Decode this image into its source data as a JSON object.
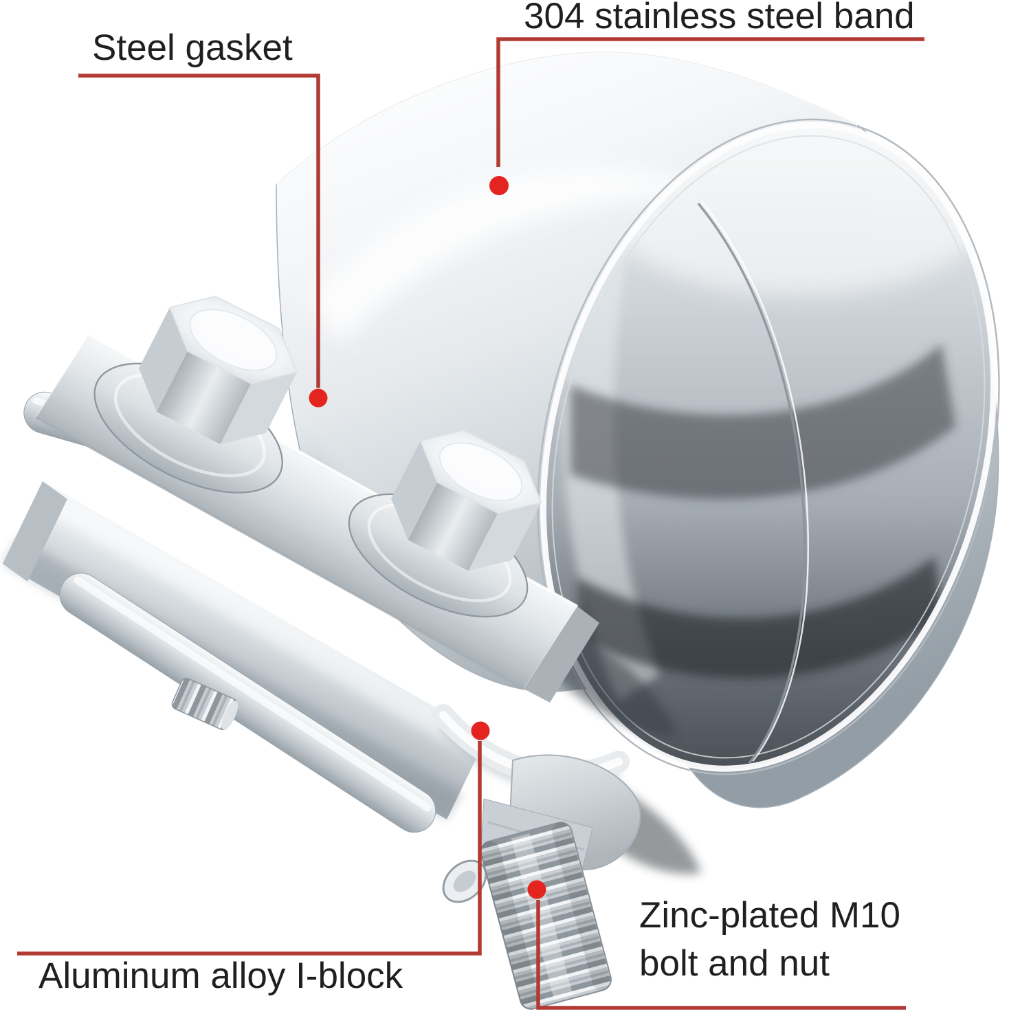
{
  "image_type": "annotated product diagram of an exhaust lap-joint band clamp",
  "background": "#ffffff",
  "colors": {
    "callout_line": "#b23a33",
    "callout_dot": "#e3241f",
    "label_text": "#1f1f1f",
    "metal_bright": "#f6f8f9",
    "metal_mid": "#c7ced3",
    "metal_dark": "#3a3f45"
  },
  "callouts": {
    "steel_gasket": {
      "label": "Steel gasket"
    },
    "steel_band": {
      "label": "304 stainless steel band"
    },
    "i_block": {
      "label": "Aluminum alloy I-block"
    },
    "m10_bolt": {
      "label_line1": "Zinc-plated M10",
      "label_line2": "bolt and nut"
    }
  }
}
